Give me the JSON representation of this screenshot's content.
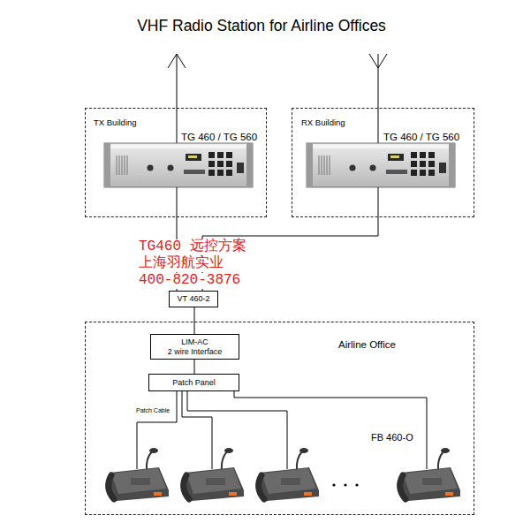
{
  "diagram": {
    "title": "VHF Radio Station for Airline Offices",
    "nodes": [
      {
        "text": [
          "TX Building",
          "TG 460 / TG 560"
        ]
      },
      {
        "text": [
          "RX Building",
          "TG 460 / TG 560"
        ]
      },
      {
        "text": [
          "VT 460-2"
        ]
      },
      {
        "text": [
          "Airline Office"
        ]
      },
      {
        "text": [
          "LIM-AC",
          "2 wire Interface"
        ],
        "in": 3
      },
      {
        "text": [
          "Patch Panel"
        ],
        "in": 3
      }
    ],
    "edges": [
      {
        "from": 0,
        "to": 2,
        "arrow": "none"
      },
      {
        "from": 1,
        "to": 2,
        "arrow": "none"
      },
      {
        "from": 2,
        "to": 4,
        "arrow": "none"
      },
      {
        "from": 4,
        "to": 5,
        "arrow": "none"
      }
    ],
    "labels": [
      "TG460 远控方案",
      "上海羽航实业",
      "400-820-3876",
      "Patch Cable",
      "FB 460-O"
    ]
  }
}
